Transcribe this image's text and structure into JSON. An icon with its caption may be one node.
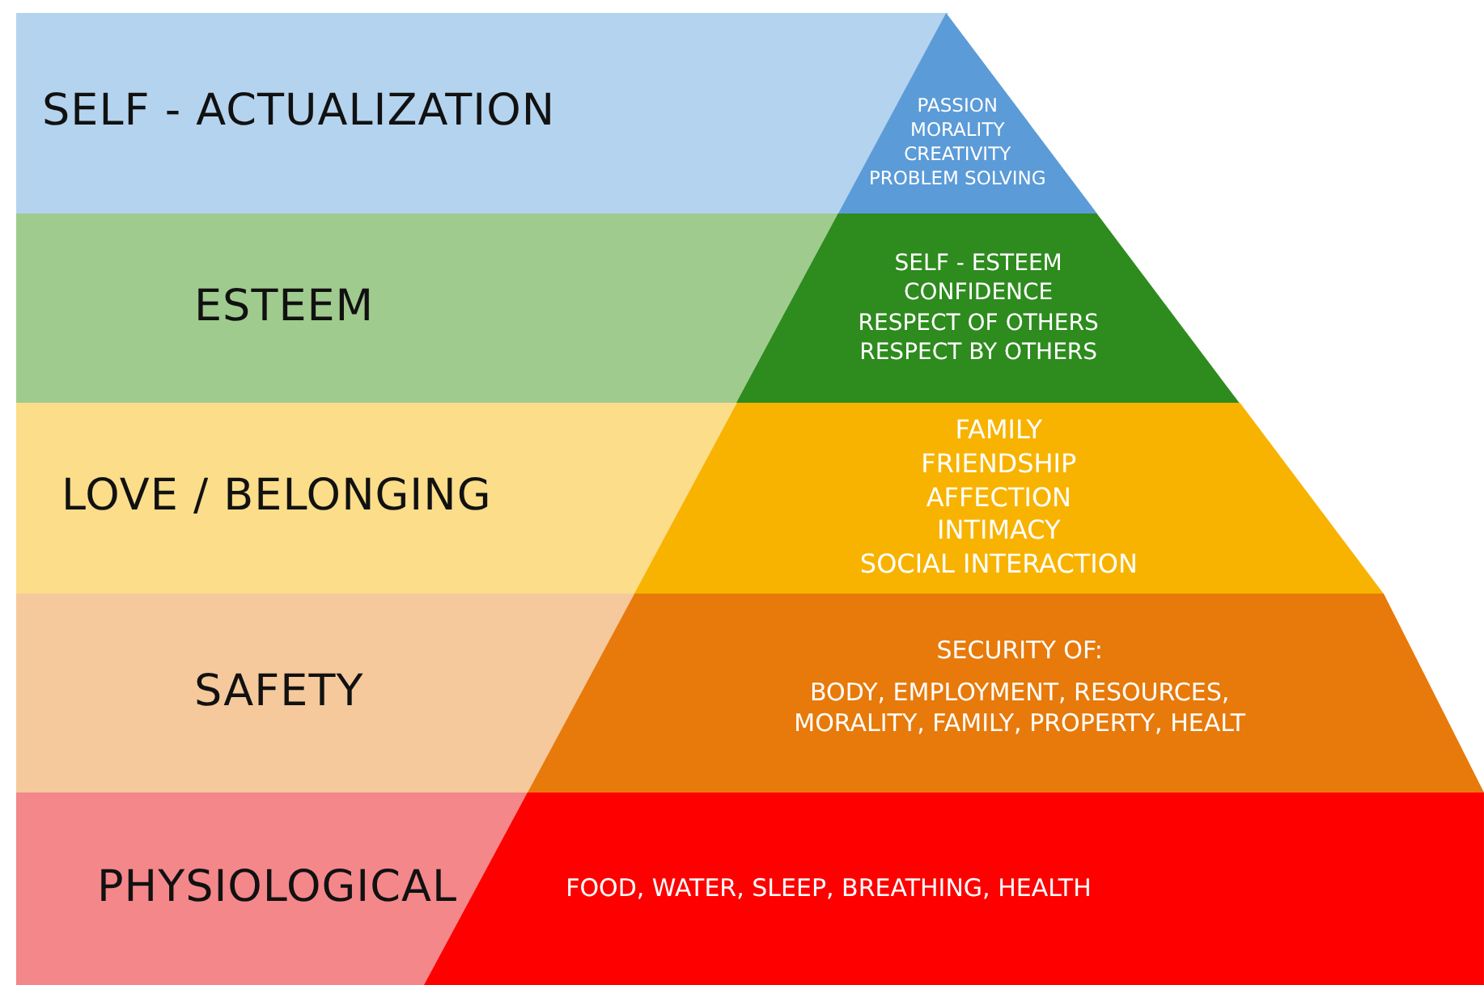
{
  "diagram": {
    "nodes": [
      {
        "text": [
          "SELF - ACTUALIZATION"
        ]
      },
      {
        "text": [
          "PASSION",
          "MORALITY",
          "CREATIVITY",
          "PROBLEM SOLVING"
        ]
      },
      {
        "text": [
          "ESTEEM"
        ]
      },
      {
        "text": [
          "SELF - ESTEEM",
          "CONFIDENCE",
          "RESPECT OF OTHERS",
          "RESPECT BY OTHERS"
        ]
      },
      {
        "text": [
          "LOVE / BELONGING"
        ]
      },
      {
        "text": [
          "FAMILY",
          "FRIENDSHIP",
          "AFFECTION",
          "INTIMACY",
          "SOCIAL INTERACTION"
        ]
      },
      {
        "text": [
          "SAFETY"
        ]
      },
      {
        "text": [
          "SECURITY OF:",
          "BODY, EMPLOYMENT, RESOURCES, MORALITY, FAMILY, PROPERTY, HEALT"
        ]
      },
      {
        "text": [
          "PHYSIOLOGICAL"
        ]
      },
      {
        "text": [
          "FOOD, WATER, SLEEP, BREATHING, HEALTH"
        ]
      }
    ],
    "edges": []
  }
}
